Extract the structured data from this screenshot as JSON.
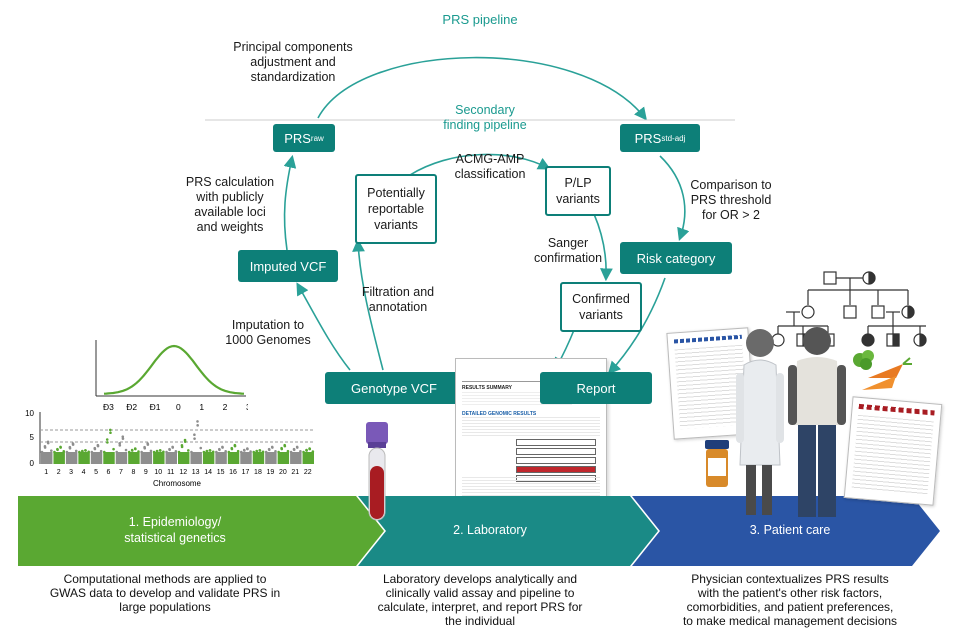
{
  "pipelines": {
    "prs": "PRS pipeline",
    "secondary": "Secondary\nfinding pipeline"
  },
  "boxes": {
    "prs_raw": "PRS",
    "prs_raw_sub": "raw",
    "prs_std": "PRS",
    "prs_std_sub": "std-adj",
    "imputed_vcf": "Imputed VCF",
    "genotype_vcf": "Genotype VCF",
    "potentially_reportable": "Potentially\nreportable\nvariants",
    "plp": "P/LP\nvariants",
    "confirmed": "Confirmed\nvariants",
    "risk_category": "Risk category",
    "report": "Report"
  },
  "labels": {
    "pca": "Principal components\nadjustment and\nstandardization",
    "prs_calc": "PRS calculation\nwith publicly\navailable loci\nand weights",
    "imputation": "Imputation to\n1000 Genomes",
    "filtration": "Filtration and\nannotation",
    "acmg": "ACMG-AMP\nclassification",
    "sanger": "Sanger\nconfirmation",
    "comparison": "Comparison to\nPRS threshold\nfor OR > 2"
  },
  "bell_curve": {
    "ticks": [
      "Đ3",
      "Đ2",
      "Đ1",
      "0",
      "1",
      "2",
      "3"
    ]
  },
  "manhattan": {
    "y_ticks": [
      "10",
      "5",
      "0"
    ],
    "x_ticks": [
      "1",
      "2",
      "3",
      "4",
      "5",
      "6",
      "7",
      "8",
      "9",
      "10",
      "11",
      "12",
      "13",
      "14",
      "15",
      "16",
      "17",
      "18",
      "19",
      "20",
      "21",
      "22"
    ],
    "xlabel": "Chromosome"
  },
  "stages": [
    {
      "label": "1. Epidemiology/\nstatistical genetics",
      "color": "#5aa832",
      "description": "Computational methods are applied to\nGWAS data to develop and validate PRS in\nlarge populations"
    },
    {
      "label": "2. Laboratory",
      "color": "#1a8a86",
      "description": "Laboratory develops analytically and\nclinically valid assay and pipeline to\ncalculate, interpret, and report PRS for\nthe individual"
    },
    {
      "label": "3. Patient care",
      "color": "#2a55a5",
      "description": "Physician contextualizes PRS results\nwith the patient's other risk factors,\ncomorbidities, and patient preferences,\nto make medical management decisions"
    }
  ],
  "report_doc": {
    "heading": "RESULTS SUMMARY",
    "section": "DETAILED GENOMIC RESULTS"
  },
  "colors": {
    "teal": "#0d7f78",
    "teal_arrow": "#2aa198",
    "green": "#5aa832",
    "blue": "#2a55a5"
  }
}
